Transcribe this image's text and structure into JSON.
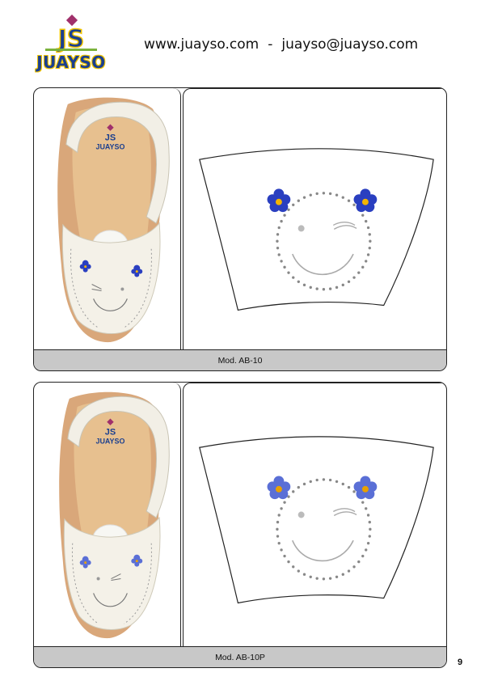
{
  "header": {
    "brand_initials": "JS",
    "brand_name": "JUAYSO",
    "website": "www.juayso.com",
    "separator": "-",
    "email": "juayso@juayso.com"
  },
  "models": [
    {
      "caption": "Mod. AB-10",
      "flower_color": "#2a3fc0",
      "flower_center": "#f4b400"
    },
    {
      "caption": "Mod. AB-10P",
      "flower_color": "#5a6fd6",
      "flower_center": "#e8a000"
    }
  ],
  "page_number": "9"
}
